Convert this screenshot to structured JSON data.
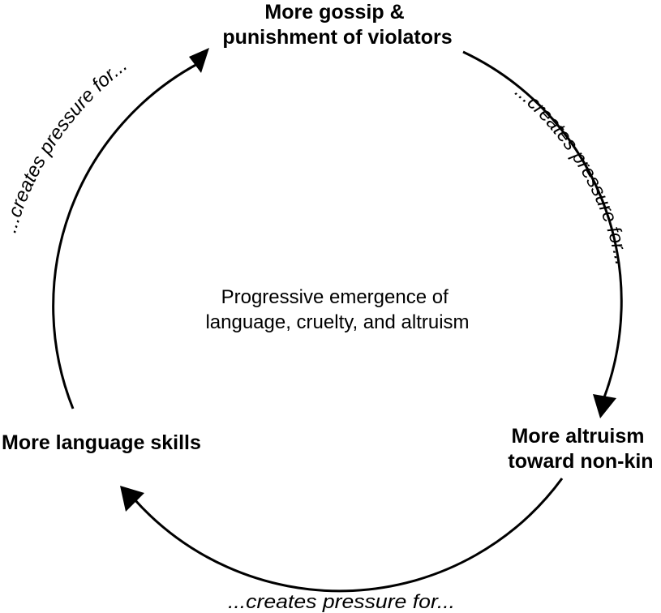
{
  "nodes": {
    "gossip": {
      "line1": "More gossip &",
      "line2": "punishment of violators"
    },
    "altruism": {
      "line1": "More altruism",
      "line2": "toward non-kin"
    },
    "language": {
      "line1": "More language skills"
    }
  },
  "edges": {
    "gossip_to_altruism": "...creates pressure for...",
    "altruism_to_language": "...creates pressure for...",
    "language_to_gossip": "...creates pressure for..."
  },
  "center": {
    "line1": "Progressive emergence of",
    "line2": "language, cruelty, and altruism"
  },
  "colors": {
    "ink": "#000000",
    "background": "#ffffff"
  }
}
